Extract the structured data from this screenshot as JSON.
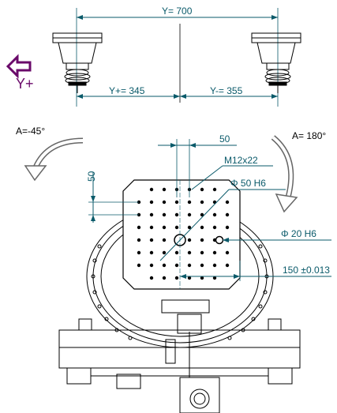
{
  "dimensions": {
    "y_total": "Y= 700",
    "y_plus": "Y+= 345",
    "y_minus": "Y-= 355",
    "hole_spacing": "50",
    "hole_spacing_vertical": "50",
    "thread": "M12x22",
    "center_bore": "Φ 50 H6",
    "side_bore": "Φ 20 H6",
    "bore_offset": "150 ±0.013"
  },
  "axes": {
    "a_minus": "A=-45°",
    "a_plus": "A= 180°",
    "y_direction": "Y+"
  },
  "colors": {
    "dimension": "#0a5a6a",
    "arrow_purple": "#6a0a6a",
    "line": "#000000"
  }
}
